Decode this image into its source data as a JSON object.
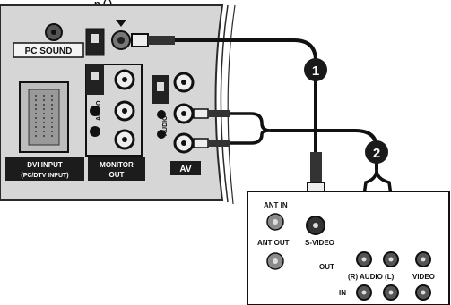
{
  "header": {
    "partial_title": "p (   )",
    "note": "The top of the page is cropped; only part of the heading is visible"
  },
  "monitor_panel": {
    "pc_sound_label": "PC SOUND",
    "audio_label_left": "AUDIO",
    "audio_label_right": "AUDIO",
    "dvi_label_line1": "DVI INPUT",
    "dvi_label_line2": "(PC/DTV INPUT)",
    "monitor_out_line1": "MONITOR",
    "monitor_out_line2": "OUT",
    "av_label": "AV"
  },
  "cables": {
    "cable_1_number": "1",
    "cable_2_number": "2"
  },
  "av_device": {
    "ant_in_label": "ANT IN",
    "ant_out_label": "ANT OUT",
    "s_video_label": "S-VIDEO",
    "out_label": "OUT",
    "audio_label": "(R) AUDIO (L)",
    "video_label": "VIDEO",
    "in_label": "IN"
  },
  "colors": {
    "panel_fill": "#d6d6d6",
    "panel_stroke": "#2a2a2a",
    "cable": "#111111",
    "badge_fill": "#1a1a1a",
    "badge_text": "#ffffff",
    "label_box_fill": "#1c1c1c"
  }
}
